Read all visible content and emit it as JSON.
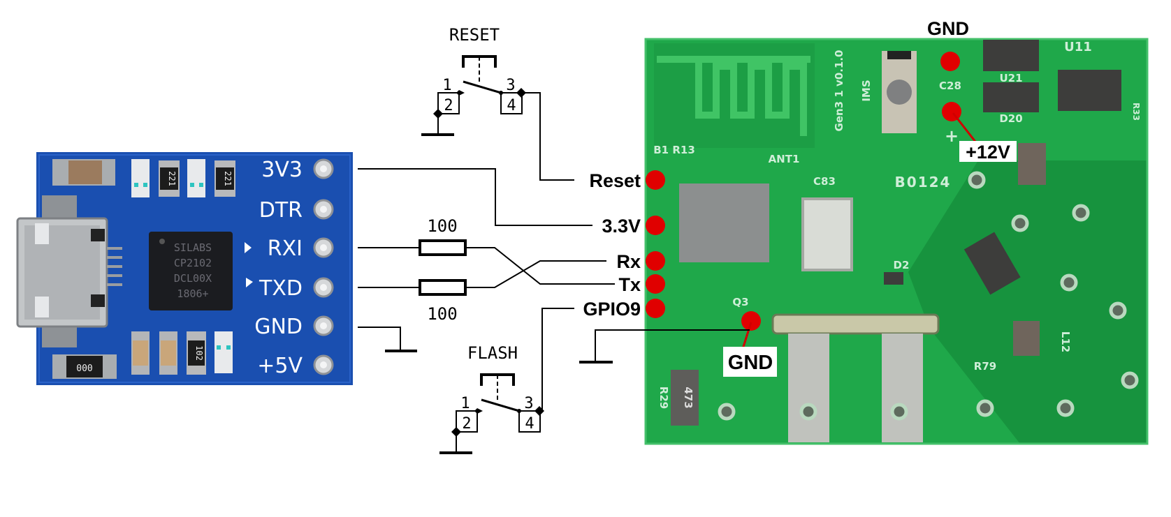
{
  "usb_adapter": {
    "board_color": "#1a4fb0",
    "chip_lines": [
      "SILABS",
      "CP2102",
      "DCL00X",
      "1806+"
    ],
    "resistor_marks": [
      "221",
      "221",
      "102",
      "000"
    ],
    "pins": [
      "3V3",
      "DTR",
      "RXI",
      "TXD",
      "GND",
      "+5V"
    ]
  },
  "schematic": {
    "reset_switch": {
      "title": "RESET",
      "pins": [
        "1",
        "2",
        "3",
        "4"
      ]
    },
    "flash_switch": {
      "title": "FLASH",
      "pins": [
        "1",
        "2",
        "3",
        "4"
      ]
    },
    "resistors": [
      {
        "value": "100"
      },
      {
        "value": "100"
      }
    ]
  },
  "target_board": {
    "board_color": "#1fa84a",
    "dot_color": "#e00000",
    "silkscreen": [
      "Gen3 1 v0.1.0",
      "B0124",
      "ANT1",
      "U11",
      "C28",
      "D20",
      "U21",
      "C83",
      "B1 R13",
      "R33",
      "L12",
      "R79",
      "R29",
      "473",
      "D2",
      "Q3",
      "IMS"
    ],
    "labels": {
      "reset": "Reset",
      "v33": "3.3V",
      "rx": "Rx",
      "tx": "Tx",
      "gpio9": "GPIO9",
      "gnd_bottom": "GND",
      "gnd_top": "GND",
      "v12": "+12V",
      "plus": "+"
    }
  }
}
